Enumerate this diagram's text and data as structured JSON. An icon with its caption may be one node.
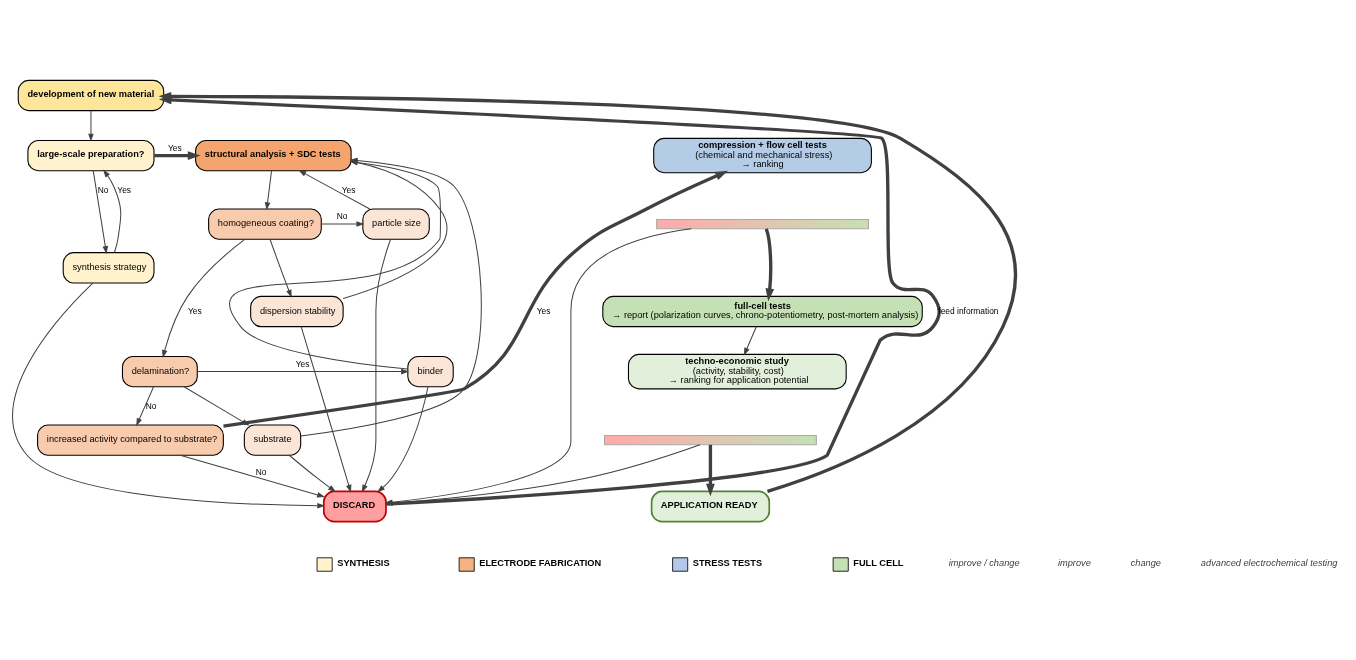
{
  "diagram": {
    "nodes": [
      {
        "text": [
          "development of new material"
        ]
      },
      {
        "text": [
          "large-scale preparation?"
        ]
      },
      {
        "text": [
          "synthesis strategy"
        ]
      },
      {
        "text": [
          "structural analysis + SDC tests"
        ]
      },
      {
        "text": [
          "homogeneous coating?"
        ]
      },
      {
        "text": [
          "particle size"
        ]
      },
      {
        "text": [
          "dispersion stability"
        ]
      },
      {
        "text": [
          "delamination?"
        ]
      },
      {
        "text": [
          "binder"
        ]
      },
      {
        "text": [
          "substrate"
        ]
      },
      {
        "text": [
          "increased activity compared to substrate?"
        ]
      },
      {
        "text": [
          "compression + flow cell tests",
          "(chemical and mechanical stress)",
          "→ ranking"
        ]
      },
      {
        "text": [],
        "shape": "bar"
      },
      {
        "text": [
          "full-cell tests",
          "→ report (polarization curves, chrono-potentiometry, post-mortem analysis)"
        ]
      },
      {
        "text": [
          "techno-economic study",
          "(activity, stability, cost)",
          "→ ranking for application potential"
        ]
      },
      {
        "text": [],
        "shape": "bar"
      },
      {
        "text": [
          "DISCARD"
        ]
      },
      {
        "text": [
          "APPLICATION READY"
        ]
      }
    ],
    "edges": [
      {
        "from": 0,
        "to": 1,
        "arrow": "to"
      },
      {
        "from": 1,
        "to": 3,
        "arrow": "to",
        "label": "Yes",
        "style": "thick"
      },
      {
        "from": 1,
        "to": 2,
        "arrow": "to",
        "label": "No"
      },
      {
        "from": 2,
        "to": 1,
        "arrow": "to",
        "label": "Yes"
      },
      {
        "from": 2,
        "to": 16,
        "arrow": "to"
      },
      {
        "from": 3,
        "to": 4,
        "arrow": "to"
      },
      {
        "from": 4,
        "to": 5,
        "arrow": "to",
        "label": "No"
      },
      {
        "from": 4,
        "to": 6,
        "arrow": "to"
      },
      {
        "from": 4,
        "to": 7,
        "arrow": "to",
        "label": "Yes"
      },
      {
        "from": 5,
        "to": 3,
        "arrow": "to",
        "label": "Yes"
      },
      {
        "from": 6,
        "to": 3,
        "arrow": "to"
      },
      {
        "from": 8,
        "to": 3,
        "arrow": "to"
      },
      {
        "from": 9,
        "to": 3,
        "arrow": "to"
      },
      {
        "from": 5,
        "to": 16,
        "arrow": "to"
      },
      {
        "from": 6,
        "to": 16,
        "arrow": "to"
      },
      {
        "from": 8,
        "to": 16,
        "arrow": "to"
      },
      {
        "from": 9,
        "to": 16,
        "arrow": "to"
      },
      {
        "from": 7,
        "to": 8,
        "arrow": "to",
        "label": "Yes"
      },
      {
        "from": 7,
        "to": 9,
        "arrow": "to"
      },
      {
        "from": 7,
        "to": 10,
        "arrow": "to",
        "label": "No"
      },
      {
        "from": 10,
        "to": 11,
        "arrow": "to",
        "label": "Yes",
        "style": "thick"
      },
      {
        "from": 10,
        "to": 16,
        "arrow": "to",
        "label": "No"
      },
      {
        "from": 12,
        "to": 16,
        "arrow": "to"
      },
      {
        "from": 12,
        "to": 13,
        "arrow": "to",
        "style": "thick"
      },
      {
        "from": 13,
        "to": 14,
        "arrow": "to"
      },
      {
        "from": 15,
        "to": 16,
        "arrow": "to"
      },
      {
        "from": 15,
        "to": 17,
        "arrow": "to",
        "style": "thick"
      },
      {
        "from": 16,
        "to": 0,
        "arrow": "to",
        "style": "thick",
        "label": "feed information"
      },
      {
        "from": 17,
        "to": 0,
        "arrow": "to",
        "style": "thick"
      }
    ],
    "labels": [
      "improve / change",
      "improve",
      "change",
      "advanced electrochemical testing"
    ],
    "legend": [
      {
        "text": "SYNTHESIS",
        "color": "#fff2cc"
      },
      {
        "text": "ELECTRODE FABRICATION",
        "color": "#f4b183"
      },
      {
        "text": "STRESS TESTS",
        "color": "#b4c7e7"
      },
      {
        "text": "FULL CELL",
        "color": "#c5e0b4"
      }
    ]
  }
}
